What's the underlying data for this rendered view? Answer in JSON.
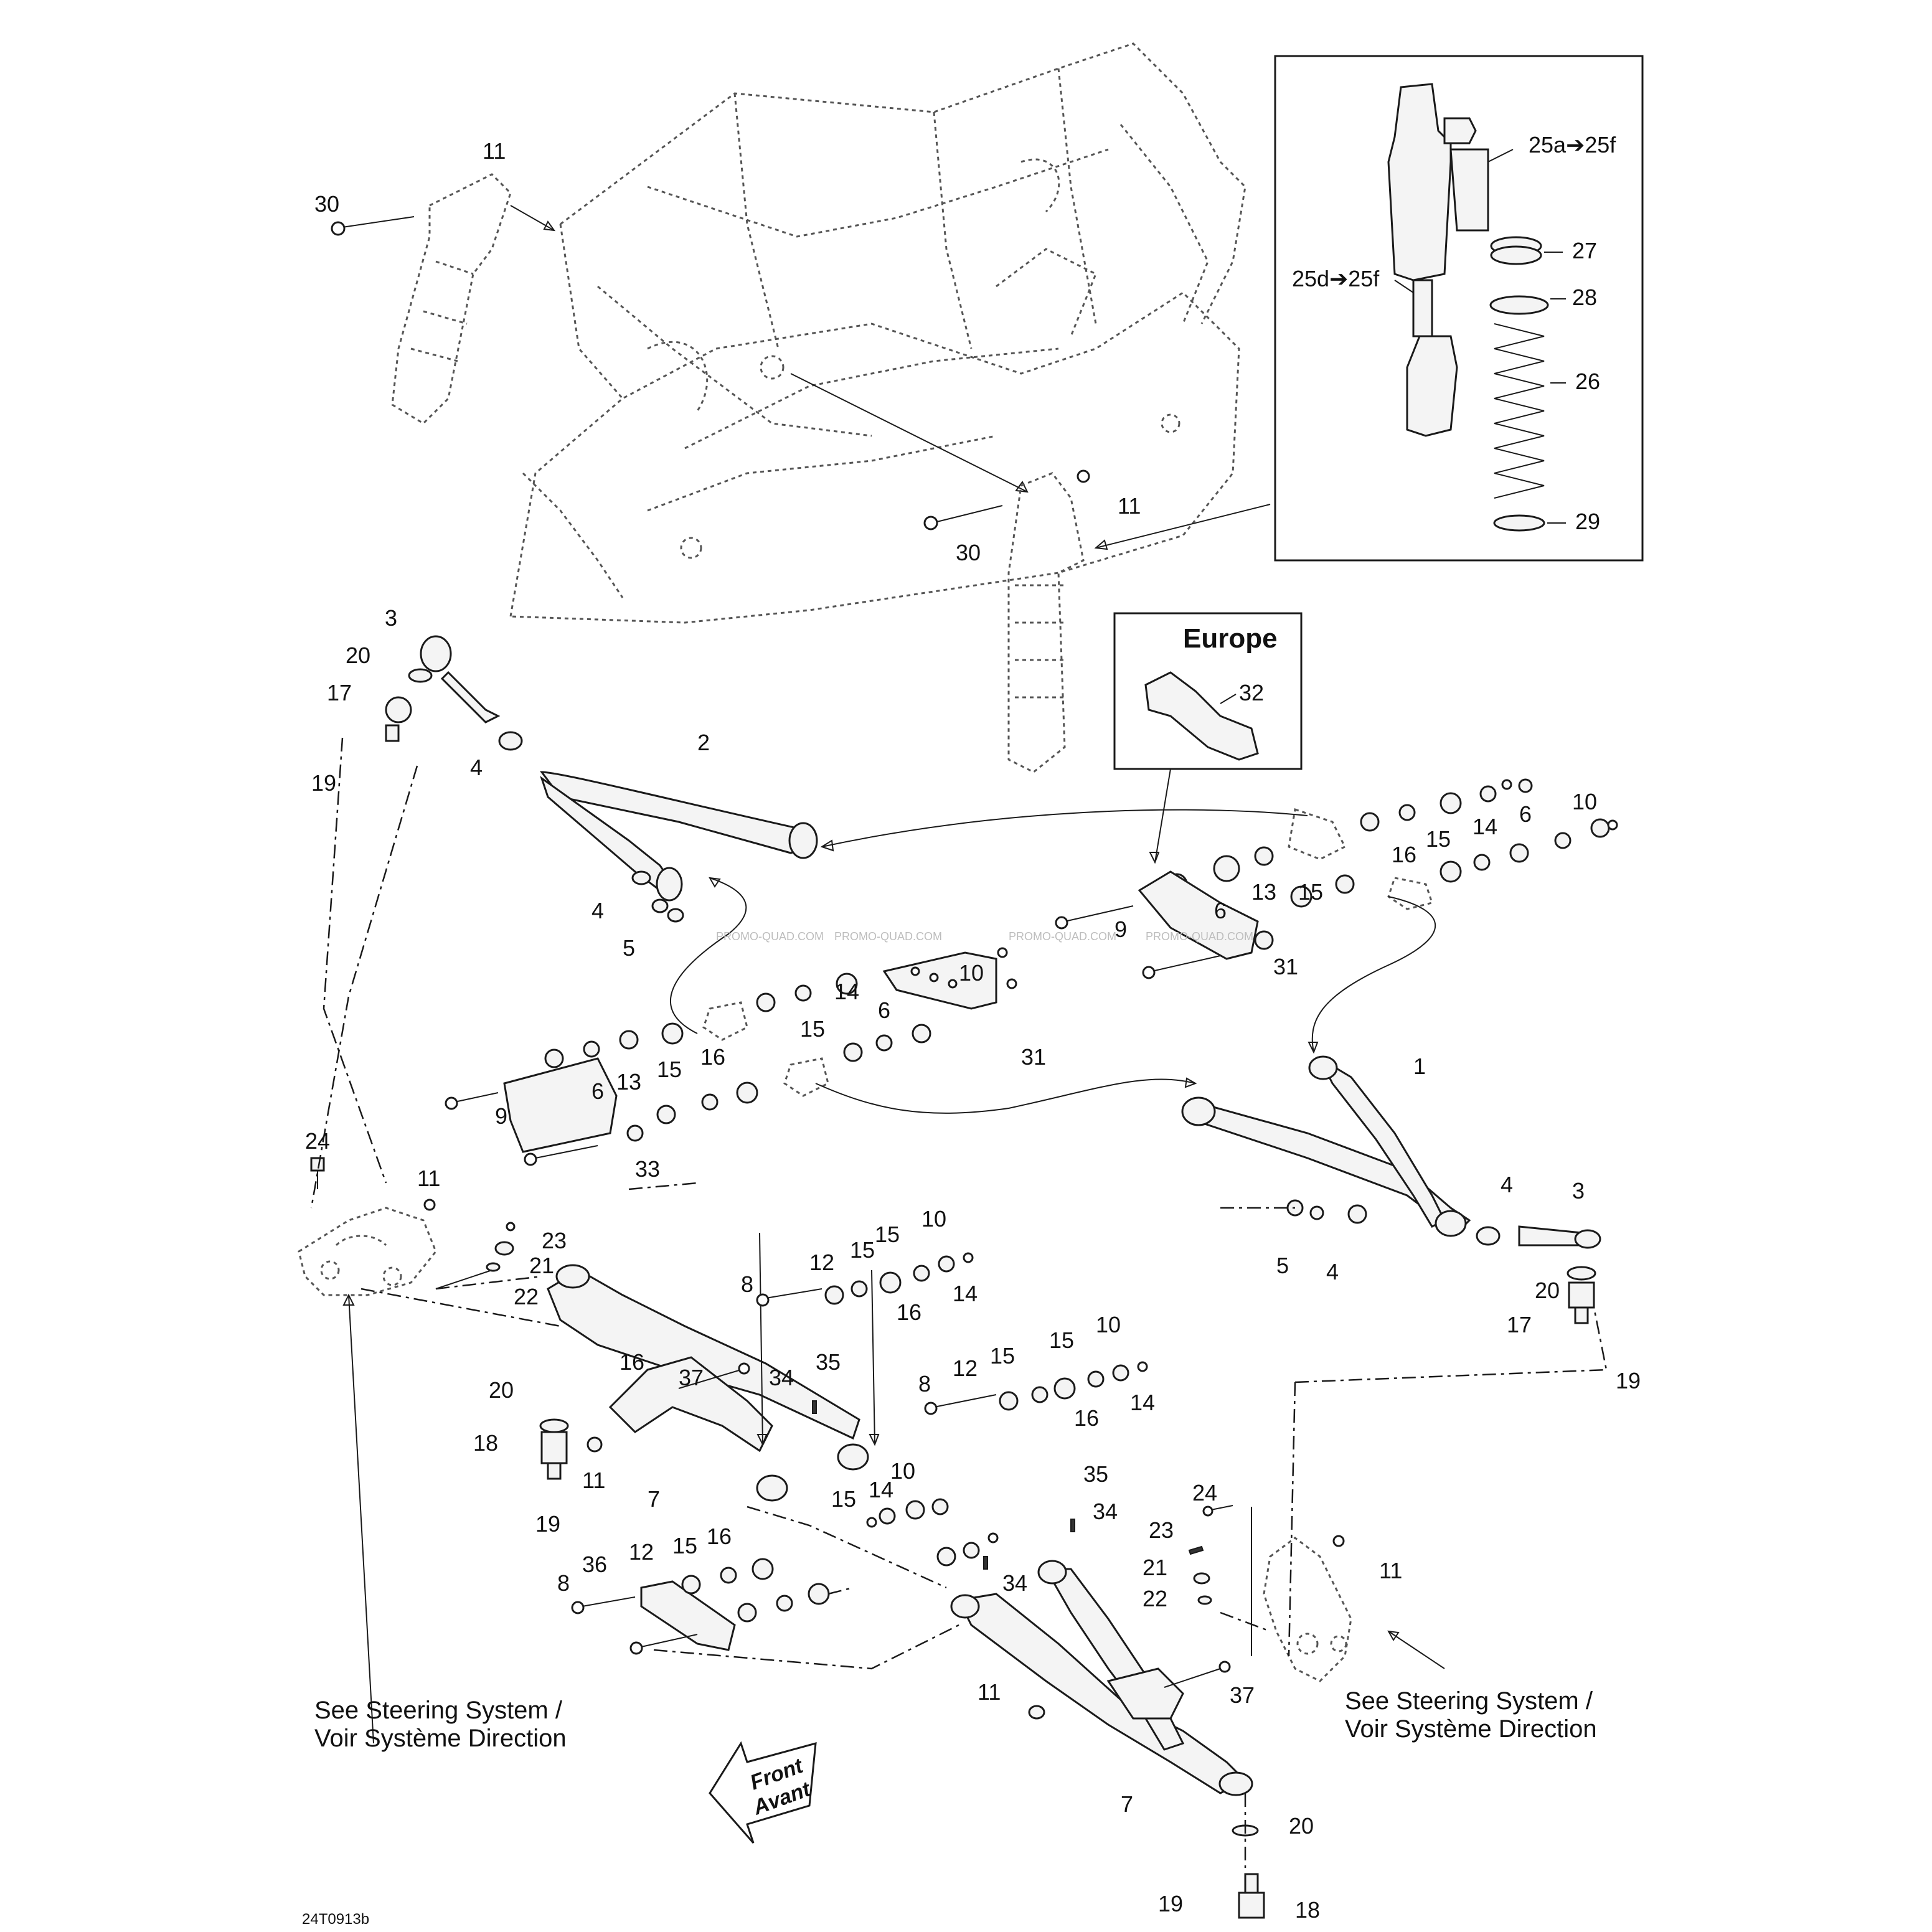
{
  "diagram": {
    "code": "24T0913b",
    "watermark": "PROMO-QUAD.COM",
    "europe_label": "Europe",
    "front_label": "Front",
    "avant_label": "Avant",
    "see_steering_line1": "See Steering System /",
    "see_steering_line2": "Voir Système Direction",
    "callouts": {
      "c_30a": "30",
      "c_11a": "11",
      "c_25a": "25a➔25f",
      "c_27": "27",
      "c_28": "28",
      "c_25d": "25d➔25f",
      "c_26": "26",
      "c_29": "29",
      "c_11b": "11",
      "c_30b": "30",
      "c_3a": "3",
      "c_20a": "20",
      "c_17a": "17",
      "c_19a": "19",
      "c_4a": "4",
      "c_2": "2",
      "c_4b": "4",
      "c_5a": "5",
      "c_32": "32",
      "c_10a": "10",
      "c_6a": "6",
      "c_14a": "14",
      "c_15a": "15",
      "c_16a": "16",
      "c_13a": "13",
      "c_15b": "15",
      "c_6b": "6",
      "c_9a": "9",
      "c_31a": "31",
      "c_10b": "10",
      "c_14b": "14",
      "c_6c": "6",
      "c_15c": "15",
      "c_16b": "16",
      "c_31b": "31",
      "c_13b": "13",
      "c_15d": "15",
      "c_6d": "6",
      "c_9b": "9",
      "c_33": "33",
      "c_1": "1",
      "c_4c": "4",
      "c_3b": "3",
      "c_5b": "5",
      "c_4d": "4",
      "c_20b": "20",
      "c_17b": "17",
      "c_19b": "19",
      "c_24a": "24",
      "c_11c": "11",
      "c_23a": "23",
      "c_21a": "21",
      "c_22a": "22",
      "c_10c": "10",
      "c_15e": "15",
      "c_15f": "15",
      "c_12a": "12",
      "c_8a": "8",
      "c_16c": "16",
      "c_14c": "14",
      "c_16d": "16",
      "c_37a": "37",
      "c_34a": "34",
      "c_35a": "35",
      "c_20c": "20",
      "c_18a": "18",
      "c_11d": "11",
      "c_7a": "7",
      "c_19c": "19",
      "c_10d": "10",
      "c_15g": "15",
      "c_15h": "15",
      "c_12b": "12",
      "c_8b": "8",
      "c_16e": "16",
      "c_14d": "14",
      "c_35b": "35",
      "c_34b": "34",
      "c_10e": "10",
      "c_14e": "14",
      "c_15i": "15",
      "c_16f": "16",
      "c_15j": "15",
      "c_12c": "12",
      "c_36": "36",
      "c_8c": "8",
      "c_34c": "34",
      "c_24b": "24",
      "c_23b": "23",
      "c_21b": "21",
      "c_22b": "22",
      "c_11e": "11",
      "c_37b": "37",
      "c_11f": "11",
      "c_7b": "7",
      "c_20d": "20",
      "c_19d": "19",
      "c_18b": "18"
    }
  }
}
